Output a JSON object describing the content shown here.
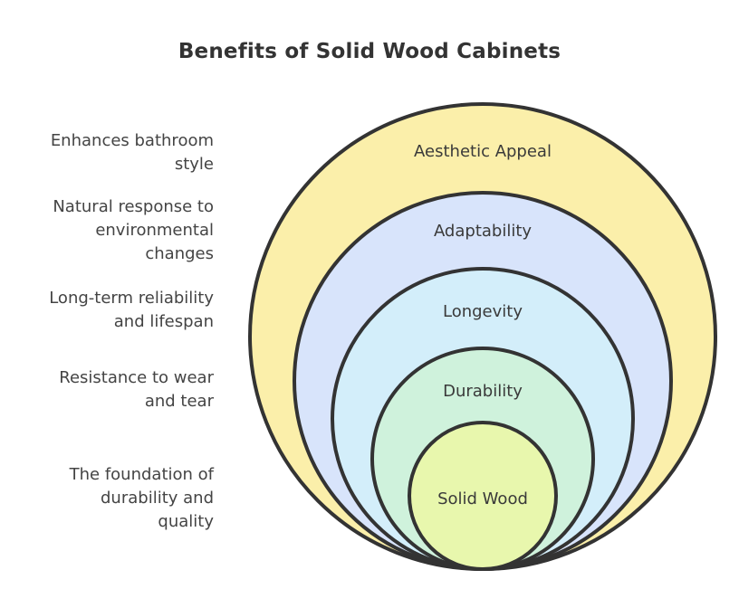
{
  "title": "Benefits of Solid Wood Cabinets",
  "layers": [
    {
      "label": "Aesthetic Appeal",
      "description": [
        "Enhances bathroom",
        "style"
      ],
      "fill": "#fbefaa"
    },
    {
      "label": "Adaptability",
      "description": [
        "Natural response to",
        "environmental",
        "changes"
      ],
      "fill": "#d8e4fb"
    },
    {
      "label": "Longevity",
      "description": [
        "Long-term reliability",
        "and lifespan"
      ],
      "fill": "#d3eefa"
    },
    {
      "label": "Durability",
      "description": [
        "Resistance to wear",
        "and tear"
      ],
      "fill": "#cff2dc"
    },
    {
      "label": "Solid Wood",
      "description": [
        "The foundation of",
        "durability and",
        "quality"
      ],
      "fill": "#e8f7ad"
    }
  ],
  "colors": {
    "outline": "#333333",
    "text": "#3a3a3a"
  }
}
